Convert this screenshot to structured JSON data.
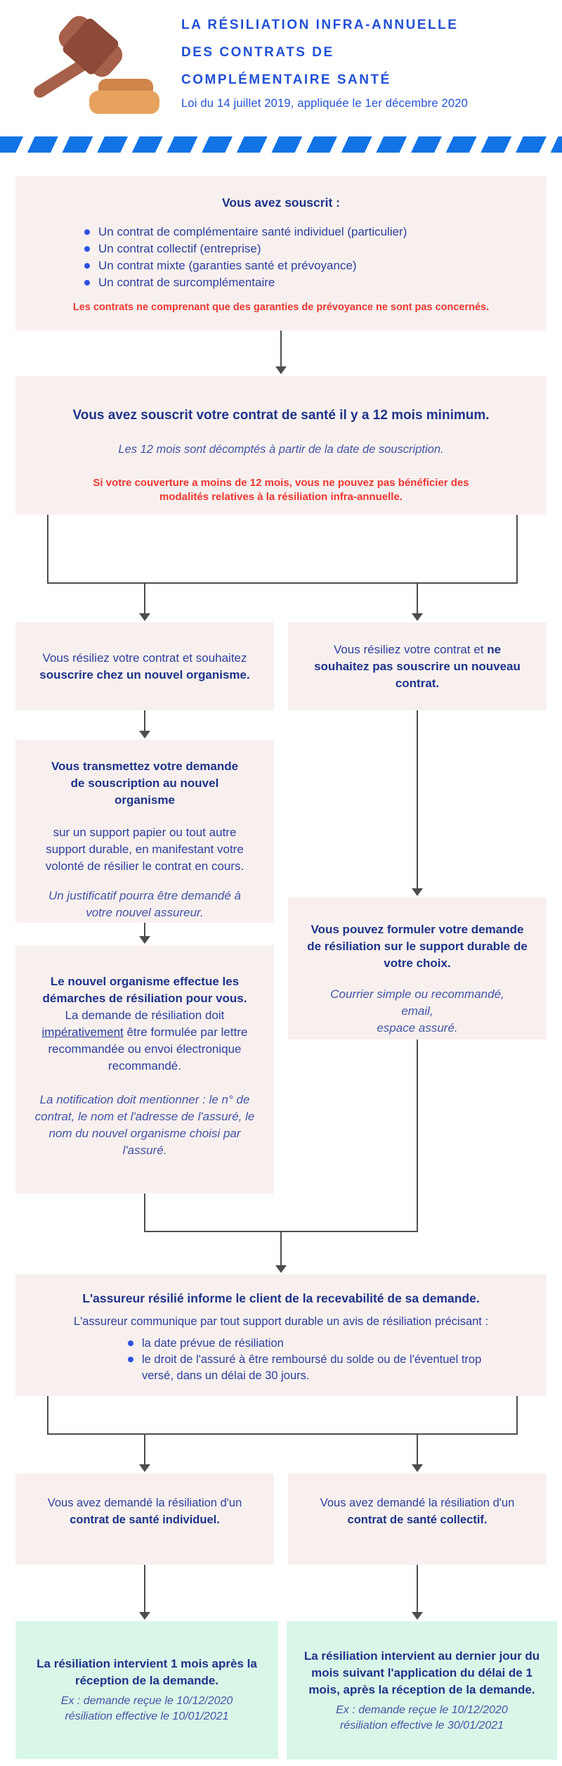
{
  "colors": {
    "title_blue": "#2150d6",
    "stripe_blue": "#1173e6",
    "box_background": "#f8f0ef",
    "green_background": "#d8f7e9",
    "body_navy": "#2c3f9c",
    "heading_navy": "#1e3388",
    "warning_red": "#ee3730",
    "connector_gray": "#4d4d50",
    "bullet_blue": "#2b52e2",
    "gavel_brown": "#8d4a38",
    "gavel_light_brown": "#a7604a",
    "gavel_base_orange": "#e7a35e"
  },
  "header": {
    "title_lines": [
      "LA RÉSILIATION INFRA-ANNUELLE",
      "DES CONTRATS DE",
      "COMPLÉMENTAIRE SANTÉ"
    ],
    "subtitle": "Loi du 14 juillet 2019, appliquée le 1er décembre 2020"
  },
  "box_souscrit": {
    "heading": "Vous avez souscrit :",
    "bullets": [
      "Un contrat de complémentaire santé individuel (particulier)",
      "Un contrat collectif (entreprise)",
      "Un contrat mixte (garanties santé et prévoyance)",
      "Un contrat de surcomplémentaire"
    ],
    "warning": "Les contrats ne comprenant que des garanties de prévoyance ne sont pas concernés."
  },
  "box_12mois": {
    "heading": "Vous avez souscrit votre contrat de santé il y a 12 mois minimum.",
    "note": "Les 12 mois sont décomptés à partir de la date de souscription.",
    "warning": "Si votre couverture a moins de 12 mois, vous ne pouvez pas bénéficier des modalités relatives à la résiliation infra-annuelle."
  },
  "branch_left": {
    "box_resilier": {
      "text": "Vous résiliez votre contrat et souhaitez ",
      "text_bold": "souscrire chez un nouvel organisme."
    },
    "box_transmettez": {
      "heading": "Vous transmettez votre demande de souscription au nouvel organisme",
      "body": "sur un support papier ou tout autre support durable, en manifestant votre volonté de résilier le contrat en cours.",
      "note": "Un justificatif pourra être demandé à votre nouvel assureur."
    },
    "box_demarches": {
      "heading": "Le nouvel organisme effectue les démarches de résiliation pour vous.",
      "body_pre": "La demande de résiliation doit ",
      "body_underlined": "impérativement",
      "body_post": " être formulée par lettre recommandée ou envoi électronique recommandé.",
      "note": "La notification doit mentionner : le n° de contrat, le nom et l'adresse de l'assuré, le nom du nouvel organisme choisi par l'assuré."
    }
  },
  "branch_right": {
    "box_resilier": {
      "text": "Vous résiliez votre contrat et ",
      "text_bold": "ne souhaitez pas souscrire un nouveau contrat."
    },
    "box_formuler": {
      "heading": "Vous pouvez formuler votre demande de résiliation sur le support durable de votre choix.",
      "note_lines": [
        "Courrier simple ou recommandé,",
        "email,",
        "espace assuré."
      ]
    }
  },
  "box_assureur": {
    "heading": "L'assureur résilié informe le client de la recevabilité de sa demande.",
    "body": "L'assureur communique par tout support durable un avis de résiliation précisant :",
    "bullets": [
      "la date prévue de résiliation",
      "le droit de l'assuré à être remboursé du solde ou de l'éventuel trop versé, dans un délai de 30 jours."
    ]
  },
  "box_individuel": {
    "text": "Vous avez  demandé la résiliation d'un ",
    "text_bold": "contrat de santé individuel."
  },
  "box_collectif": {
    "text": "Vous avez  demandé la résiliation d'un ",
    "text_bold": "contrat de santé collectif."
  },
  "green_individuel": {
    "heading": "La résiliation intervient 1 mois après la réception de la demande.",
    "example_lines": [
      "Ex : demande reçue le 10/12/2020",
      "résiliation effective le 10/01/2021"
    ]
  },
  "green_collectif": {
    "heading": "La résiliation intervient au dernier jour du mois suivant l'application du délai de 1 mois, après la réception de la demande.",
    "example_lines": [
      "Ex : demande reçue le 10/12/2020",
      "résiliation effective le 30/01/2021"
    ]
  }
}
